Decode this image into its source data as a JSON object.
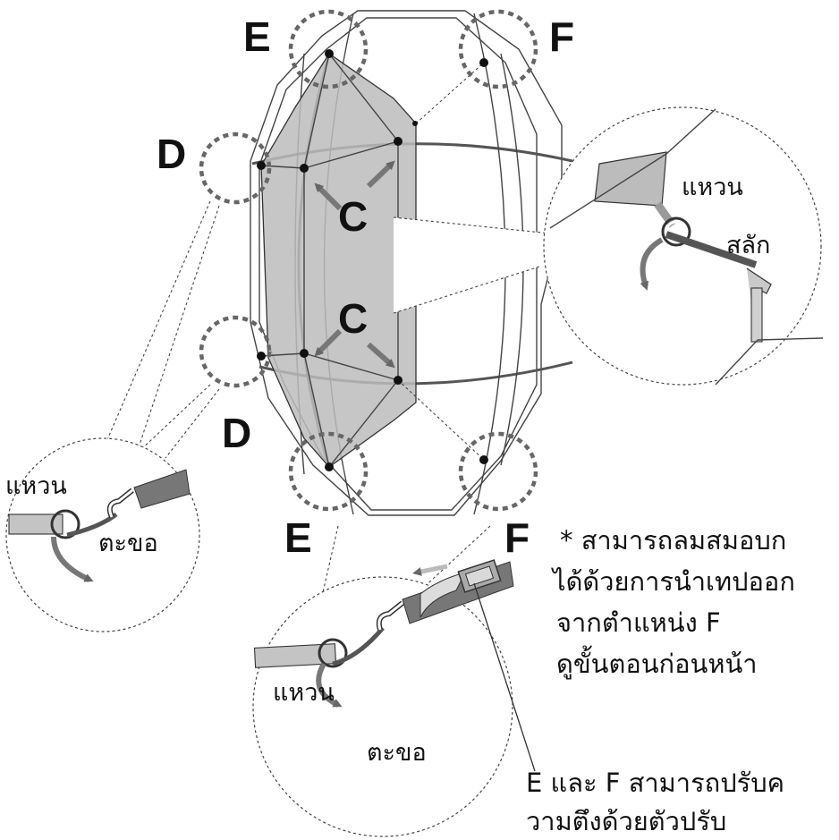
{
  "labels": {
    "c_top": "C",
    "c_bottom": "C",
    "d_top": "D",
    "d_bottom": "D",
    "e_top": "E",
    "e_bottom": "E",
    "f_top": "F",
    "f_bottom": "F"
  },
  "right_callout": {
    "ring": "แหวน",
    "stake": "สลัก"
  },
  "left_callout": {
    "ring": "แหวน",
    "hook": "ตะขอ"
  },
  "bottom_callout": {
    "ring": "แหวน",
    "hook": "ตะขอ"
  },
  "note": {
    "line1": "* สามารถลมสมอบก",
    "line2": "ได้ด้วยการนำเทปออก",
    "line3": "จากตำแหน่ง F",
    "line4": "ดูขั้นตอนก่อนหน้า"
  },
  "adjuster_note": {
    "line1": "E และ F สามารถปรับค",
    "line2": "วามตึงด้วยตัวปรับ"
  }
}
